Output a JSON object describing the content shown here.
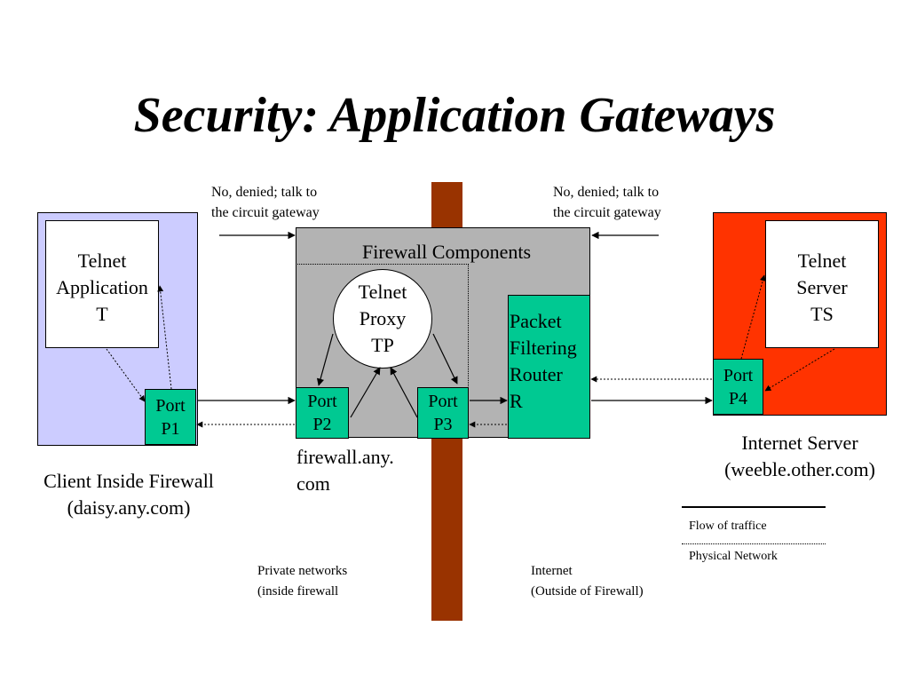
{
  "title": "Security: Application Gateways",
  "client": {
    "app_line1": "Telnet",
    "app_line2": "Application",
    "app_line3": "T",
    "port_line1": "Port",
    "port_line2": "P1",
    "caption_line1": "Client Inside Firewall",
    "caption_line2": "(daisy.any.com)"
  },
  "firewall": {
    "heading": "Firewall Components",
    "proxy_line1": "Telnet",
    "proxy_line2": "Proxy",
    "proxy_line3": "TP",
    "port2_line1": "Port",
    "port2_line2": "P2",
    "port3_line1": "Port",
    "port3_line2": "P3",
    "router_line1": "Packet",
    "router_line2": "Filtering",
    "router_line3": "Router",
    "router_line4": "R",
    "host_line1": "firewall.any.",
    "host_line2": "com"
  },
  "server": {
    "app_line1": "Telnet",
    "app_line2": "Server",
    "app_line3": "TS",
    "port_line1": "Port",
    "port_line2": "P4",
    "caption_line1": "Internet Server",
    "caption_line2": "(weeble.other.com)"
  },
  "notes": {
    "left_line1": "No, denied; talk to",
    "left_line2": "the circuit gateway",
    "right_line1": "No, denied; talk to",
    "right_line2": "the circuit gateway"
  },
  "zones": {
    "private_line1": "Private networks",
    "private_line2": "(inside firewall",
    "internet_line1": "Internet",
    "internet_line2": "(Outside of Firewall)"
  },
  "legend": {
    "flow": "Flow of traffice",
    "physical": "Physical Network"
  },
  "colors": {
    "client_bg": "#ccccff",
    "server_bg": "#ff3300",
    "firewall_bg": "#b3b3b3",
    "component_green": "#00c992",
    "wall": "#993300"
  }
}
